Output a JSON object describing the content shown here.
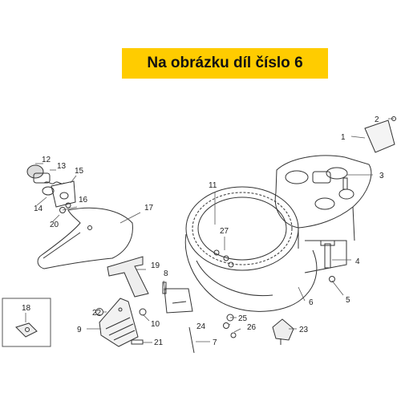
{
  "banner": {
    "text": "Na obrázku díl číslo 6",
    "color": "#FFCC00"
  },
  "parts": [
    {
      "label": "1",
      "icon": "seat-pan-icon"
    },
    {
      "label": "2",
      "icon": "plate-icon"
    },
    {
      "label": "3",
      "icon": "screw-icon"
    },
    {
      "label": "4",
      "icon": "bolt-icon"
    },
    {
      "label": "5",
      "icon": "nut-icon"
    },
    {
      "label": "6",
      "icon": "helmet-compartment-icon"
    },
    {
      "label": "7",
      "icon": "rod-icon"
    },
    {
      "label": "8",
      "icon": "screw-icon"
    },
    {
      "label": "9",
      "icon": "bracket-icon"
    },
    {
      "label": "10",
      "icon": "clip-icon"
    },
    {
      "label": "11",
      "icon": "compartment-rim-icon"
    },
    {
      "label": "12",
      "icon": "lock-cylinder-icon"
    },
    {
      "label": "13",
      "icon": "spring-icon"
    },
    {
      "label": "14",
      "icon": "washer-icon"
    },
    {
      "label": "15",
      "icon": "latch-plate-icon"
    },
    {
      "label": "16",
      "icon": "screw-icon"
    },
    {
      "label": "17",
      "icon": "cover-panel-icon"
    },
    {
      "label": "18",
      "icon": "clip-icon"
    },
    {
      "label": "19",
      "icon": "hook-icon"
    },
    {
      "label": "20",
      "icon": "screw-icon"
    },
    {
      "label": "21",
      "icon": "screw-icon"
    },
    {
      "label": "22",
      "icon": "nut-icon"
    },
    {
      "label": "23",
      "icon": "switch-icon"
    },
    {
      "label": "24",
      "icon": "screw-icon"
    },
    {
      "label": "25",
      "icon": "washer-icon"
    },
    {
      "label": "26",
      "icon": "screw-icon"
    },
    {
      "label": "27",
      "icon": "screw-icon"
    }
  ]
}
